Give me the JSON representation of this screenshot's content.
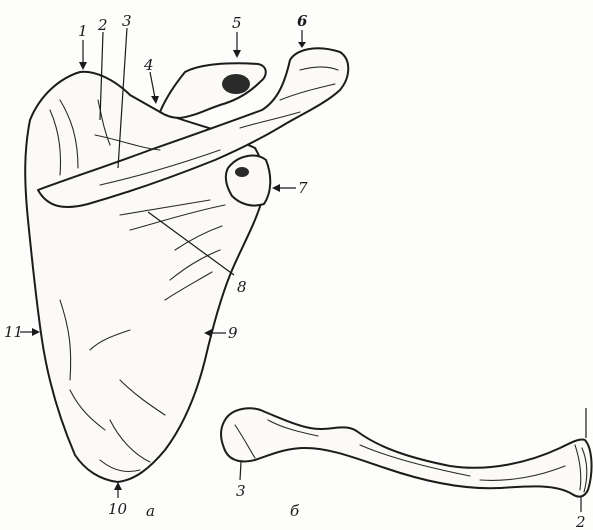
{
  "figure": {
    "labels": {
      "l1": "1",
      "l2": "2",
      "l3": "3",
      "l4": "4",
      "l5": "5",
      "l6": "6",
      "l7": "7",
      "l8": "8",
      "l9": "9",
      "l10": "10",
      "l11": "11",
      "clav3": "3",
      "clav2": "2"
    },
    "captions": {
      "a": "a",
      "b": "б"
    }
  },
  "colors": {
    "ink": "#1a1a1a",
    "paper": "#fdfdfb"
  }
}
